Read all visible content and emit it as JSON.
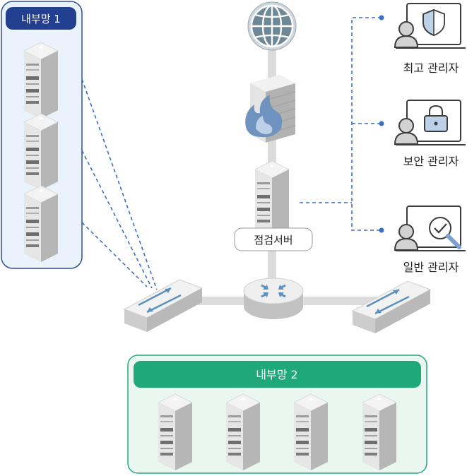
{
  "internal_network_1": {
    "title": "내부망 1"
  },
  "internal_network_2": {
    "title": "내부망 2"
  },
  "inspection_server": {
    "label": "점검서버"
  },
  "admins": [
    {
      "label": "최고 관리자",
      "icon": "shield-icon"
    },
    {
      "label": "보안 관리자",
      "icon": "lock-icon"
    },
    {
      "label": "일반 관리자",
      "icon": "magnifier-check-icon"
    }
  ],
  "colors": {
    "net1_border": "#2f4e9c",
    "net1_fill": "#eaf2fb",
    "net1_header": "#233f8f",
    "net2_border": "#1eaa7d",
    "net2_fill": "#eaf6f0",
    "net2_header": "#1fa87a",
    "dashed_link": "#3a6fc4",
    "backbone": "#d9d9d9"
  }
}
